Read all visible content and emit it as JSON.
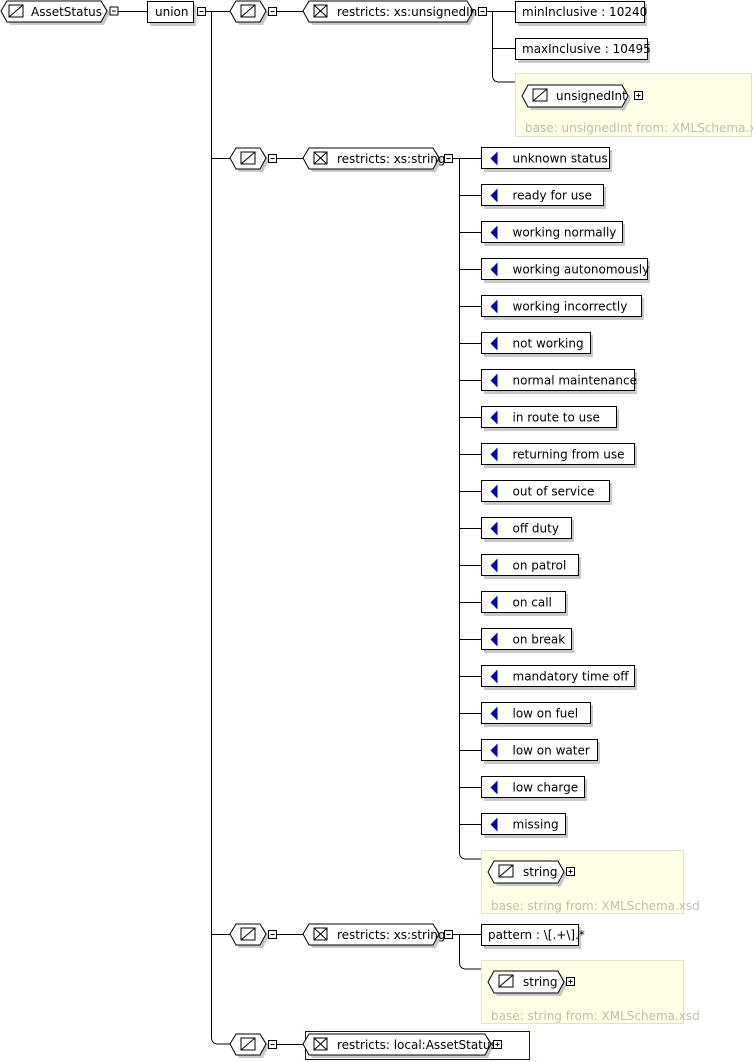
{
  "root": {
    "name": "AssetStatus",
    "compositor": "union"
  },
  "branch1": {
    "restricts": "restricts: xs:unsignedInt",
    "facets": [
      "minInclusive : 10240",
      "maxInclusive : 10495"
    ],
    "base_type": "unsignedInt",
    "base_note": "base: unsignedInt from: XMLSchema.xsd"
  },
  "branch2": {
    "restricts": "restricts: xs:string",
    "enumerations": [
      "unknown status",
      "ready for use",
      "working normally",
      "working autonomously",
      "working incorrectly",
      "not working",
      "normal maintenance",
      "in route to use",
      "returning from use",
      "out of service",
      "off duty",
      "on patrol",
      "on call",
      "on break",
      "mandatory time off",
      "low on fuel",
      "low on water",
      "low charge",
      "missing"
    ],
    "base_type": "string",
    "base_note": "base: string from: XMLSchema.xsd"
  },
  "branch3": {
    "restricts": "restricts: xs:string",
    "pattern": "pattern : \\[.+\\].*",
    "base_type": "string",
    "base_note": "base: string from: XMLSchema.xsd"
  },
  "branch4": {
    "restricts": "restricts: local:AssetStatus"
  },
  "icons": {
    "simple_type": "simple-type-icon",
    "restriction": "restriction-icon",
    "enumeration": "enumeration-arrow-icon",
    "toggle_expanded": "collapse-minus-icon",
    "toggle_collapsed": "expand-plus-icon"
  },
  "colors": {
    "enumeration_arrow": "#0000b4",
    "base_panel_bg": "#ffffe6",
    "base_panel_text": "#bdbdb2",
    "reference_border": "#0000c8"
  }
}
